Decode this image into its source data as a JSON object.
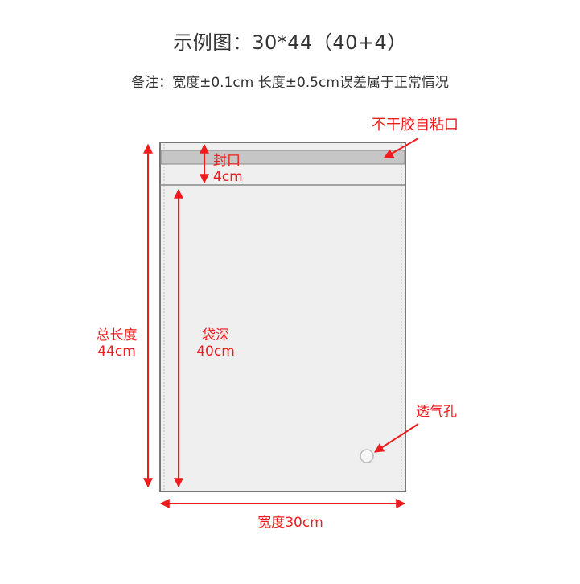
{
  "header": {
    "title": "示例图：30*44（40+4）",
    "note": "备注：宽度±0.1cm 长度±0.5cm误差属于正常情况"
  },
  "colors": {
    "annotation_red": "#ee1c1c",
    "bag_fill": "#efefef",
    "glue_strip": "#c6c6c6",
    "bag_outline": "#777777",
    "text_dark": "#333333"
  },
  "diagram": {
    "type": "bag-dimension-diagram",
    "labels": {
      "glue_strip": "不干胶自粘口",
      "seal_name": "封口",
      "seal_size": "4cm",
      "total_length_name": "总长度",
      "total_length_size": "44cm",
      "bag_depth_name": "袋深",
      "bag_depth_size": "40cm",
      "air_hole": "透气孔",
      "width": "宽度30cm"
    },
    "dimensions_cm": {
      "width": 30,
      "total_length": 44,
      "bag_depth": 40,
      "seal": 4,
      "width_tolerance": 0.1,
      "length_tolerance": 0.5
    }
  }
}
